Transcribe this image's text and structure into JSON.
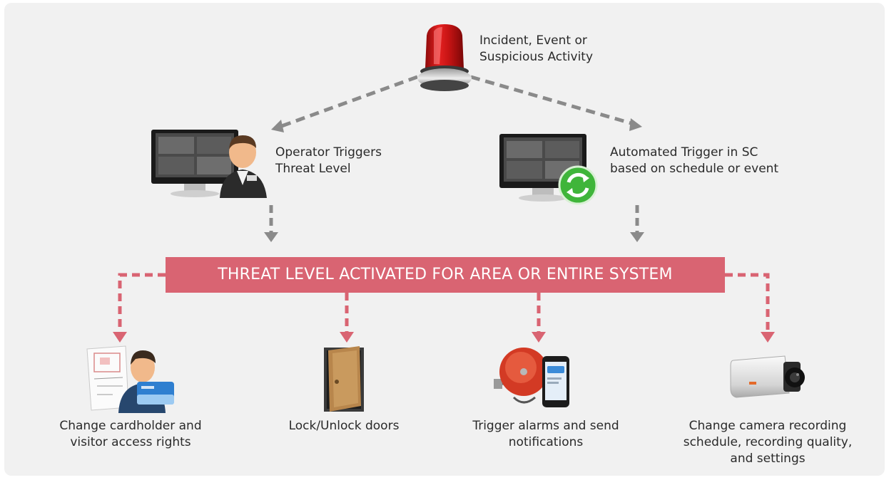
{
  "source": {
    "label_line1": "Incident, Event or",
    "label_line2": "Suspicious Activity",
    "icon": "siren-icon"
  },
  "triggers": {
    "operator": {
      "line1": "Operator Triggers",
      "line2": "Threat Level",
      "icon": "operator-monitor-icon"
    },
    "automated": {
      "line1": "Automated Trigger in SC",
      "line2": "based on schedule or event",
      "icon": "monitor-refresh-icon"
    }
  },
  "banner": {
    "text": "THREAT LEVEL ACTIVATED FOR AREA OR ENTIRE SYSTEM"
  },
  "actions": [
    {
      "line1": "Change cardholder and",
      "line2": "visitor access rights",
      "icon": "cardholder-icon"
    },
    {
      "line1": "Lock/Unlock doors",
      "icon": "door-icon"
    },
    {
      "line1": "Trigger alarms and send",
      "line2": "notifications",
      "icon": "alarm-bell-icon"
    },
    {
      "line1": "Change camera recording",
      "line2": "schedule, recording quality,",
      "line3": "and settings",
      "icon": "camera-icon"
    }
  ],
  "colors": {
    "banner": "#d96472",
    "connector_pink": "#d96472",
    "connector_gray": "#8a8a8a",
    "panel": "#f1f1f1"
  }
}
